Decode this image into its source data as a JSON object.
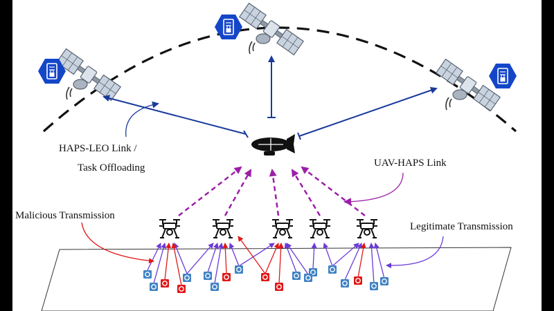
{
  "labels": {
    "haps_leo_line1": "HAPS-LEO Link /",
    "haps_leo_line2": "Task Offloading",
    "uav_haps": "UAV-HAPS Link",
    "malicious": "Malicious Transmission",
    "legitimate": "Legitimate Transmission"
  },
  "colors": {
    "haps_leo_link": "#1a3a9c",
    "uav_haps_link": "#9b1fa8",
    "malicious": "#e01818",
    "legitimate": "#6a3ad8",
    "server_hex": "#1446c8",
    "benign_device": "#3f82c4",
    "malicious_device": "#e01818",
    "orbit": "#111111"
  },
  "icons": [
    "satellite-icon",
    "server-icon",
    "airship-icon",
    "drone-icon",
    "iot-device-icon"
  ]
}
